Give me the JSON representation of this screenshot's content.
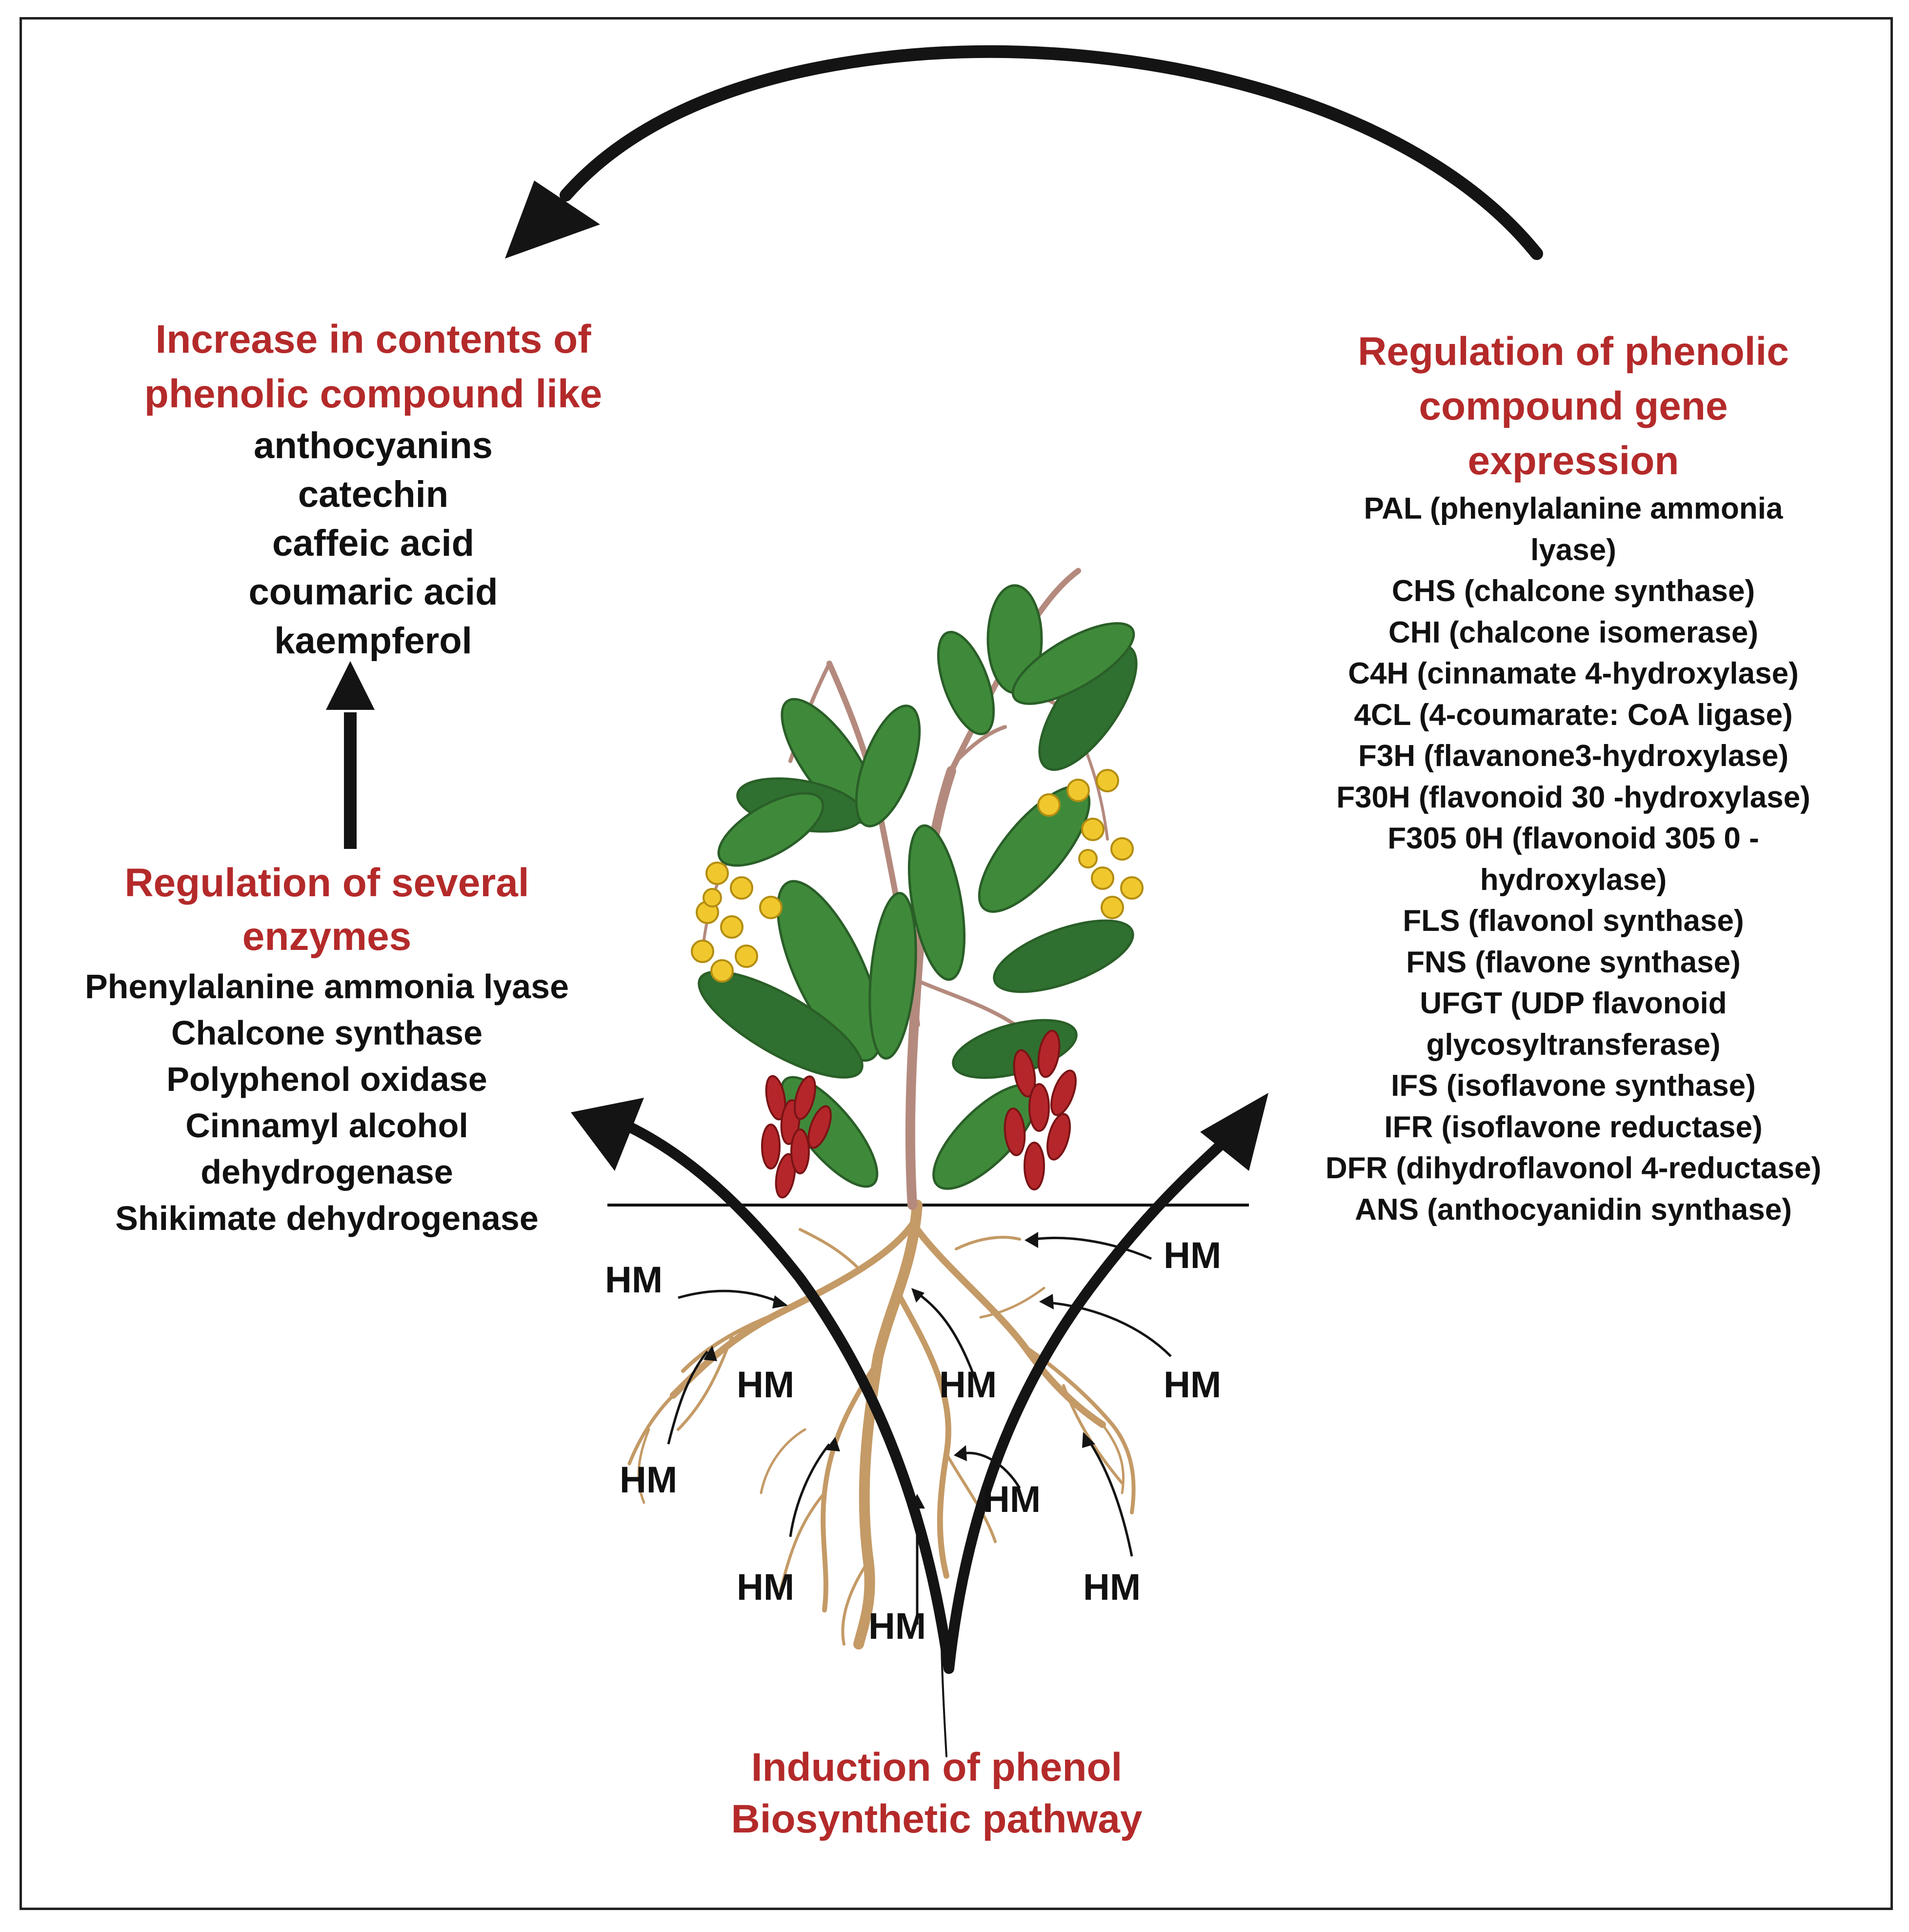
{
  "increase": {
    "title_line1": "Increase in contents of",
    "title_line2": "phenolic compound like",
    "items": [
      "anthocyanins",
      "catechin",
      "caffeic acid",
      "coumaric acid",
      "kaempferol"
    ]
  },
  "enzymes": {
    "title_line1": "Regulation of several",
    "title_line2": "enzymes",
    "items": [
      "Phenylalanine ammonia lyase",
      "Chalcone synthase",
      "Polyphenol oxidase",
      "Cinnamyl alcohol",
      "dehydrogenase",
      "Shikimate dehydrogenase"
    ]
  },
  "genes": {
    "title_line1": "Regulation of phenolic",
    "title_line2": "compound gene",
    "title_line3": "expression",
    "items": [
      "PAL (phenylalanine ammonia",
      "lyase)",
      "CHS (chalcone synthase)",
      "CHI (chalcone isomerase)",
      "C4H (cinnamate 4-hydroxylase)",
      "4CL (4-coumarate: CoA ligase)",
      "F3H (flavanone3-hydroxylase)",
      "F30H (flavonoid 30 -hydroxylase)",
      "F305 0H (flavonoid 305 0 -",
      "hydroxylase)",
      "FLS (flavonol synthase)",
      "FNS (flavone synthase)",
      "UFGT (UDP flavonoid",
      "glycosyltransferase)",
      "IFS (isoflavone synthase)",
      "IFR (isoflavone reductase)",
      "DFR (dihydroflavonol 4-reductase)",
      "ANS (anthocyanidin synthase)"
    ]
  },
  "induction": {
    "line1": "Induction of phenol",
    "line2": "Biosynthetic pathway"
  },
  "hm_label": "HM",
  "colors": {
    "title_red": "#b42a2a",
    "leaf_green": "#3f8a3a",
    "leaf_dark": "#2a5f28",
    "stem": "#b48a7e",
    "root": "#c49a66",
    "berry": "#b5262a",
    "flower": "#f0c82e",
    "arrow": "#141414"
  }
}
